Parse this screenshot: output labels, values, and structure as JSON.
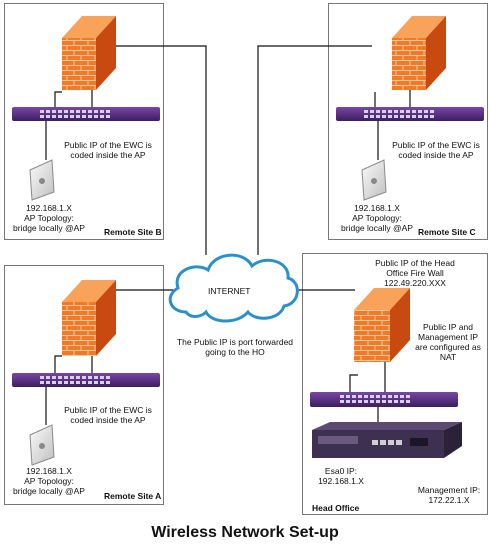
{
  "title": "Wireless Network Set-up",
  "internet_label": "INTERNET",
  "port_forward_note": "The Public IP is port forwarded\ngoing to the HO",
  "sites": {
    "remote_b": {
      "name": "Remote Site B",
      "ewc_note": "Public IP of the EWC is\ncoded inside the AP",
      "ap_info": "192.168.1.X\nAP Topology:\nbridge locally @AP"
    },
    "remote_c": {
      "name": "Remote Site C",
      "ewc_note": "Public IP of the EWC is\ncoded inside the AP",
      "ap_info": "192.168.1.X\nAP Topology:\nbridge locally @AP"
    },
    "remote_a": {
      "name": "Remote Site A",
      "ewc_note": "Public IP of the EWC is\ncoded inside the AP",
      "ap_info": "192.168.1.X\nAP Topology:\nbridge locally @AP"
    },
    "head_office": {
      "name": "Head Office",
      "firewall_note": "Public IP of the Head\nOffice Fire Wall\n122.49.220.XXX",
      "nat_note": "Public IP and\nManagement IP\nare configured as\nNAT",
      "esa0": "Esa0 IP:\n192.168.1.X",
      "mgmt": "Management IP:\n172.22.1.X"
    }
  }
}
